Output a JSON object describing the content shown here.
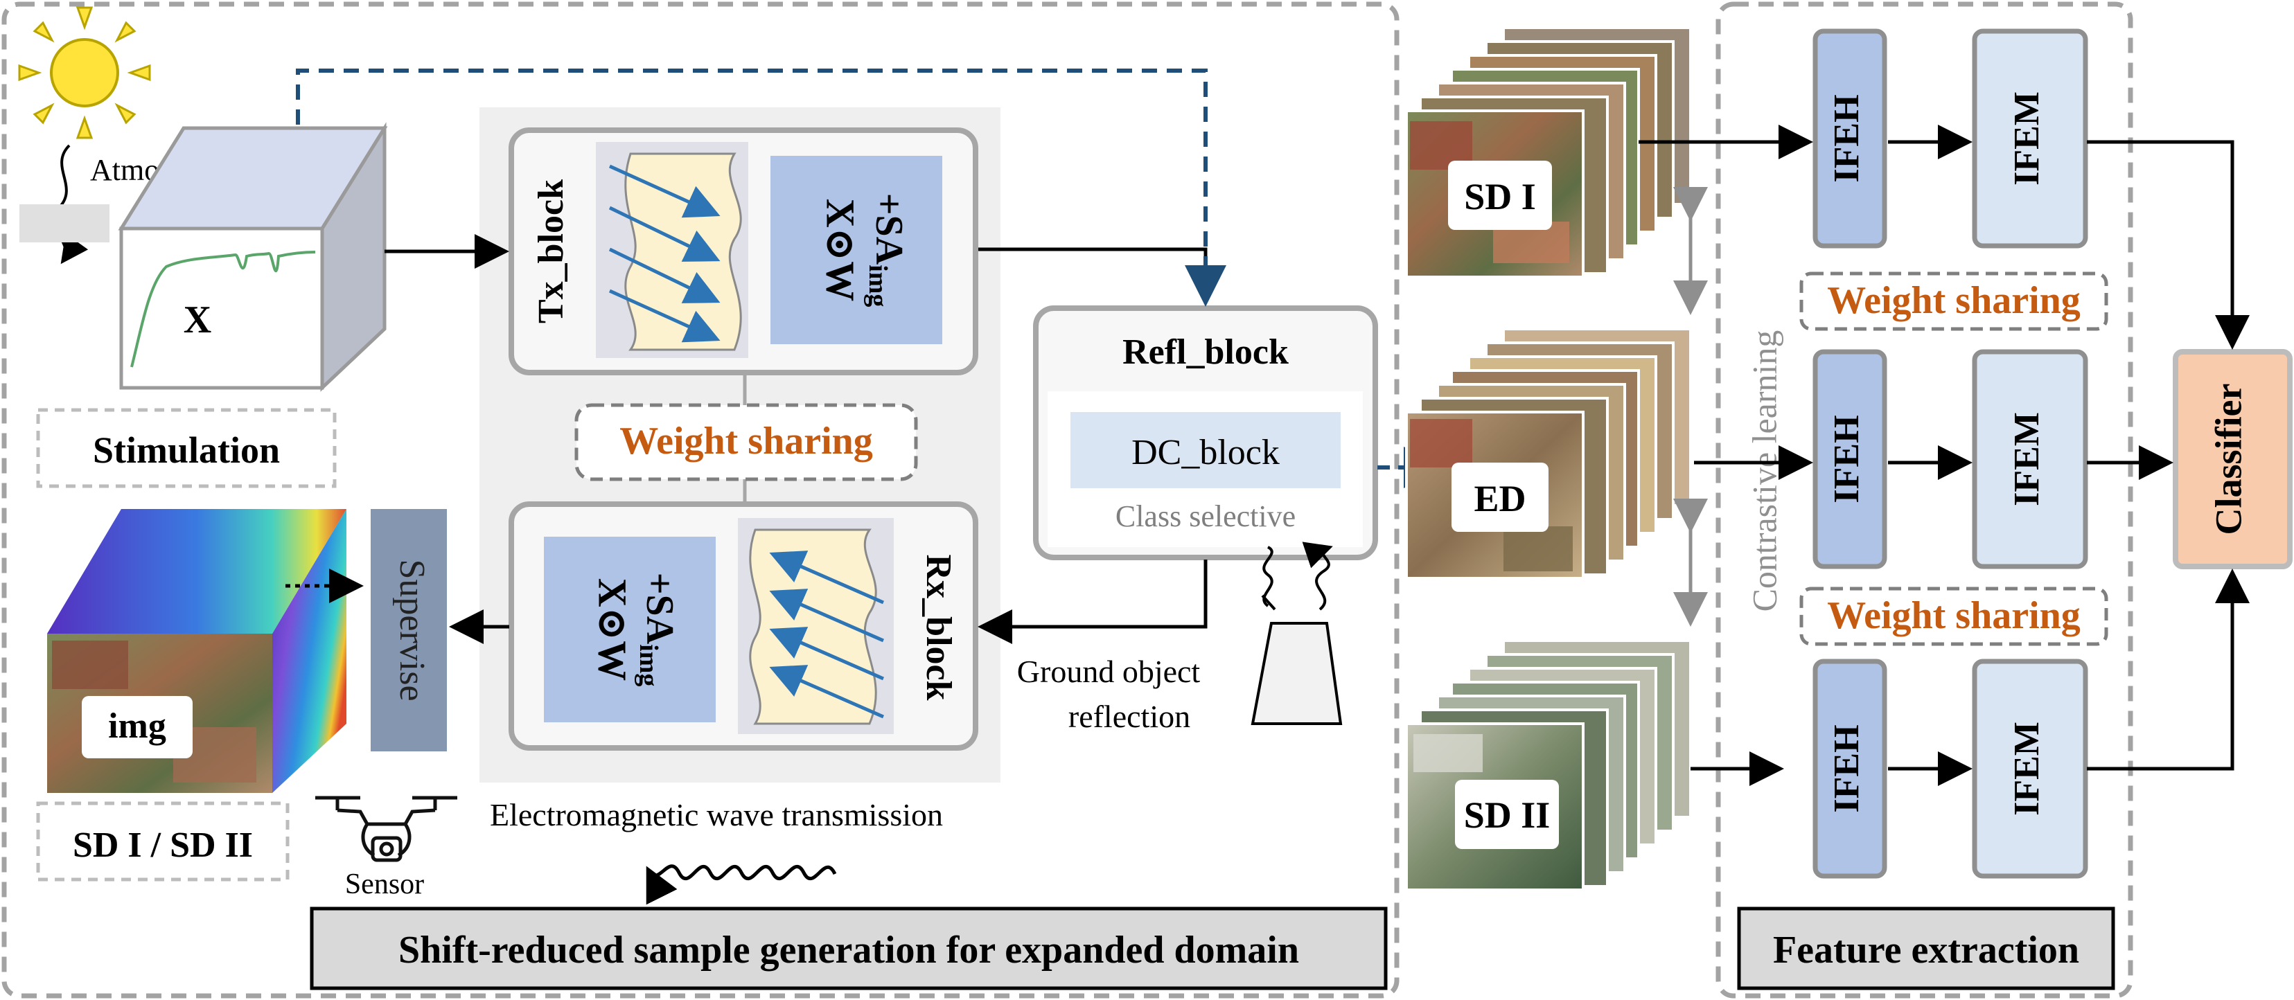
{
  "left_panel": {
    "atmosphere": "Atmosphere",
    "cube_label": "X",
    "stimulation": "Stimulation",
    "img_label": "img",
    "supervise": "Supervise",
    "domain_label": "SD I / SD II",
    "sensor": "Sensor",
    "em_wave": "Electromagnetic wave transmission",
    "ground_reflection_line1": "Ground object",
    "ground_reflection_line2": "reflection",
    "title": "Shift-reduced sample generation for expanded domain"
  },
  "tx_block": {
    "name": "Tx_block",
    "formula_main": "X⊙W",
    "formula_sub_prefix": "+SA",
    "formula_sub_script": "img"
  },
  "rx_block": {
    "name": "Rx_block",
    "formula_main": "X⊙W",
    "formula_sub_prefix": "+SA",
    "formula_sub_script": "img"
  },
  "weight_sharing_center": "Weight sharing",
  "refl_block": {
    "name": "Refl_block",
    "dc_block": "DC_block",
    "class_selective": "Class selective"
  },
  "domains": {
    "sd1": "SD I",
    "ed": "ED",
    "sd2": "SD II"
  },
  "right_panel": {
    "ifeh": "IFEH",
    "ifem": "IFEM",
    "weight_sharing_top": "Weight sharing",
    "weight_sharing_bottom": "Weight sharing",
    "contrastive": "Contrastive  learning",
    "classifier": "Classifier",
    "title": "Feature extraction"
  },
  "colors": {
    "panel_border": "#a3a3a3",
    "accent_orange": "#c55a11",
    "block_blue": "#aec3e6",
    "light_blue": "#dae5f3",
    "wave_yellow": "#fcf2cf",
    "classifier_fill": "#f8cbad",
    "dashed_arrow": "#1f4e79",
    "title_box": "#d9d9d9"
  },
  "icons": [
    "sun-icon",
    "drone-icon",
    "sensor-cup-icon",
    "wave-icon"
  ]
}
